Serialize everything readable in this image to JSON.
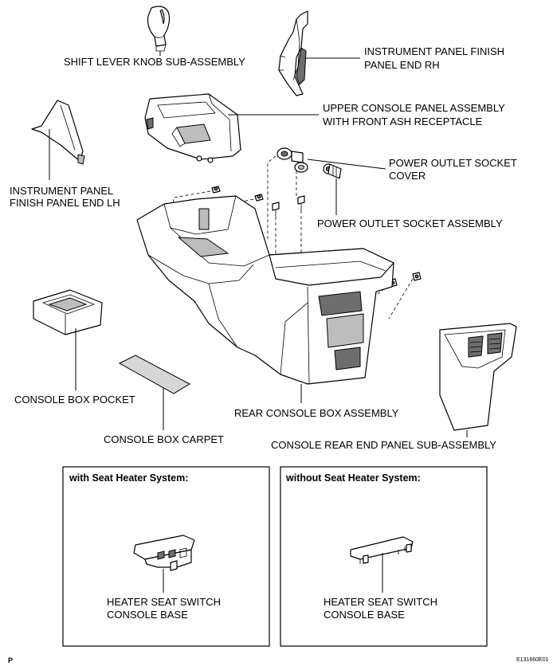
{
  "labels": {
    "shift_lever_knob": "SHIFT LEVER KNOB SUB-ASSEMBLY",
    "panel_end_rh_1": "INSTRUMENT PANEL FINISH",
    "panel_end_rh_2": "PANEL END RH",
    "upper_console_1": "UPPER CONSOLE PANEL ASSEMBLY",
    "upper_console_2": "WITH FRONT ASH RECEPTACLE",
    "socket_cover_1": "POWER OUTLET SOCKET",
    "socket_cover_2": "COVER",
    "panel_end_lh_1": "INSTRUMENT PANEL",
    "panel_end_lh_2": "FINISH PANEL END LH",
    "socket_assembly": "POWER OUTLET SOCKET ASSEMBLY",
    "console_box_pocket": "CONSOLE BOX POCKET",
    "rear_console_box": "REAR CONSOLE BOX ASSEMBLY",
    "console_box_carpet": "CONSOLE BOX CARPET",
    "rear_end_panel": "CONSOLE REAR END PANEL SUB-ASSEMBLY"
  },
  "boxes": {
    "with_heater": {
      "title": "with Seat Heater System:",
      "label_1": "HEATER SEAT SWITCH",
      "label_2": "CONSOLE BASE"
    },
    "without_heater": {
      "title": "without Seat Heater System:",
      "label_1": "HEATER SEAT SWITCH",
      "label_2": "CONSOLE BASE"
    }
  },
  "footer": {
    "page_mark": "P",
    "figure_code": "E131660E01"
  }
}
